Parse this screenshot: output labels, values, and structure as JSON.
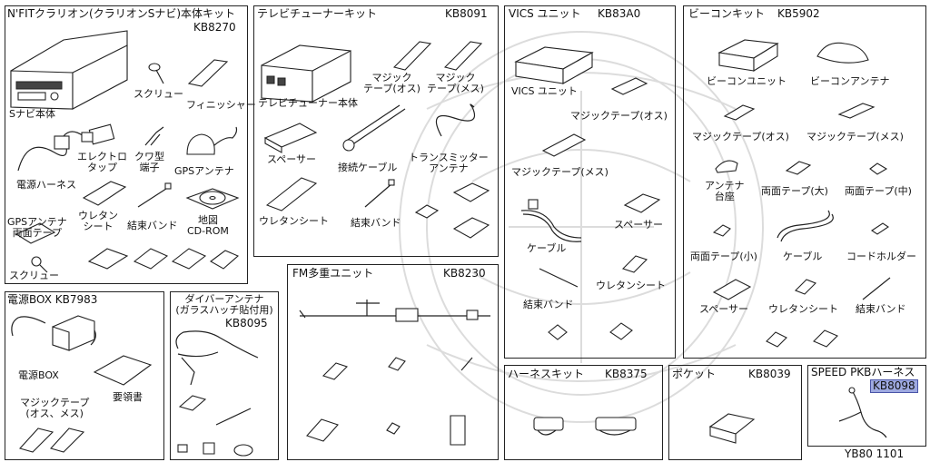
{
  "diagram_code": "YB80 1101",
  "kits": {
    "nfit": {
      "title": "N'FITクラリオン(クラリオンSナビ)本体キット",
      "code": "KB8270",
      "parts": [
        "Sナビ本体",
        "スクリュー",
        "フィニッシャー",
        "エレクトロ\nタップ",
        "クワ型\n端子",
        "GPSアンテナ",
        "電源ハーネス",
        "GPSアンテナ\n両面テープ",
        "ウレタン\nシート",
        "結束バンド",
        "地図\nCD-ROM",
        "スクリュー"
      ]
    },
    "tv": {
      "title": "テレビチューナーキット",
      "code": "KB8091",
      "parts": [
        "マジック\nテープ(オス)",
        "マジック\nテープ(メス)",
        "テレビチューナー本体",
        "スペーサー",
        "接続ケーブル",
        "トランスミッター\nアンテナ",
        "ウレタンシート",
        "結束バンド"
      ]
    },
    "vics": {
      "title": "VICS ユニット",
      "code": "KB83A0",
      "parts": [
        "VICS ユニット",
        "マジックテープ(オス)",
        "マジックテープ(メス)",
        "スペーサー",
        "ケーブル",
        "ウレタンシート",
        "結束バンド"
      ]
    },
    "beacon": {
      "title": "ビーコンキット",
      "code": "KB5902",
      "parts": [
        "ビーコンユニット",
        "ビーコンアンテナ",
        "マジックテープ(オス)",
        "マジックテープ(メス)",
        "アンテナ\n台座",
        "両面テープ(大)",
        "両面テープ(中)",
        "両面テープ(小)",
        "ケーブル",
        "コードホルダー",
        "スペーサー",
        "ウレタンシート",
        "結束バンド"
      ]
    },
    "power": {
      "title": "電源BOX",
      "code": "KB7983",
      "parts": [
        "電源BOX",
        "要領書",
        "マジックテープ\n(オス、メス)"
      ]
    },
    "diversity": {
      "title": "ダイバーアンテナ\n(ガラスハッチ貼付用)",
      "code": "KB8095"
    },
    "fm": {
      "title": "FM多重ユニット",
      "code": "KB8230"
    },
    "harness": {
      "title": "ハーネスキット",
      "code": "KB8375"
    },
    "pocket": {
      "title": "ポケット",
      "code": "KB8039"
    },
    "speed": {
      "title": "SPEED PKBハーネス",
      "code": "KB8098"
    }
  }
}
